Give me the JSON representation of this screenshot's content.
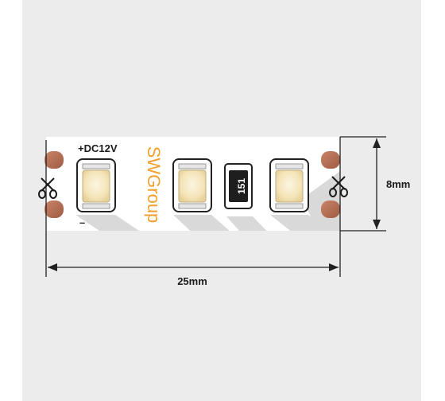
{
  "colors": {
    "page_background": "#ffffff",
    "panel_background": "#ececec",
    "strip_background": "#ffffff",
    "strip_shadow": "#d6d6d6",
    "copper_pad": "#b97357",
    "brand_orange": "#f0a030",
    "led_phosphor": "#f6e9c4",
    "resistor_body": "#1e1e1e",
    "dimension_line": "#222222"
  },
  "strip": {
    "polarity_plus_label": "+DC12V",
    "polarity_minus_label": "–",
    "brand_logo": "SWGroup",
    "resistor_code": "151",
    "cut_mark_left_icon": "scissors-icon",
    "cut_mark_right_icon": "scissors-icon",
    "led_count": 3
  },
  "dimensions": {
    "width_label": "25mm",
    "height_label": "8mm"
  }
}
